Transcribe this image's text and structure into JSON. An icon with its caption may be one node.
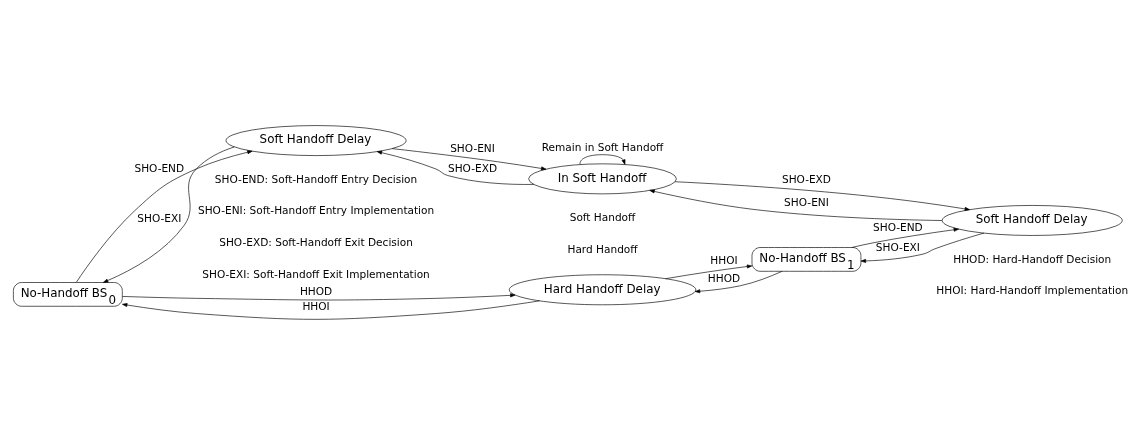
{
  "diagram": {
    "nodes": [
      {
        "text": [
          "No-Handoff BS$_{0}$"
        ]
      },
      {
        "text": [
          "Soft Handoff Delay"
        ]
      },
      {
        "text": [
          "In Soft Handoff"
        ]
      },
      {
        "text": [
          "Soft Handoff Delay"
        ]
      },
      {
        "text": [
          "No-Handoff BS$_{1}$"
        ]
      },
      {
        "text": [
          "Hard Handoff Delay"
        ]
      }
    ],
    "edges": [
      {
        "from": 0,
        "to": 1,
        "arrow": "to",
        "label": "SHO-END"
      },
      {
        "from": 1,
        "to": 2,
        "arrow": "to",
        "label": "SHO-ENI"
      },
      {
        "from": 2,
        "to": 1,
        "arrow": "to",
        "label": "SHO-EXD"
      },
      {
        "from": 1,
        "to": 0,
        "arrow": "to",
        "label": "SHO-EXI"
      },
      {
        "from": 2,
        "to": 2,
        "arrow": "to",
        "label": "Remain in Soft Handoff"
      },
      {
        "from": 2,
        "to": 3,
        "arrow": "to",
        "label": "SHO-EXD"
      },
      {
        "from": 3,
        "to": 2,
        "arrow": "to",
        "label": "SHO-ENI"
      },
      {
        "from": 3,
        "to": 4,
        "arrow": "to",
        "label": "SHO-EXI"
      },
      {
        "from": 4,
        "to": 3,
        "arrow": "to",
        "label": "SHO-END"
      },
      {
        "from": 0,
        "to": 5,
        "arrow": "to",
        "label": "HHOD"
      },
      {
        "from": 5,
        "to": 0,
        "arrow": "to",
        "label": "HHOI"
      },
      {
        "from": 5,
        "to": 4,
        "arrow": "to",
        "label": "HHOI"
      },
      {
        "from": 4,
        "to": 5,
        "arrow": "to",
        "label": "HHOD"
      }
    ],
    "labels": [
      "Soft Handoff",
      "Hard Handoff",
      "SHO-END: Soft-Handoff Entry Decision",
      "SHO-ENI: Soft-Handoff Entry Implementation",
      "SHO-EXD: Soft-Handoff Exit Decision",
      "SHO-EXI: Soft-Handoff Exit Implementation",
      "HHOD: Hard-Handoff Decision",
      "HHOI: Hard-Handoff Implementation"
    ]
  }
}
